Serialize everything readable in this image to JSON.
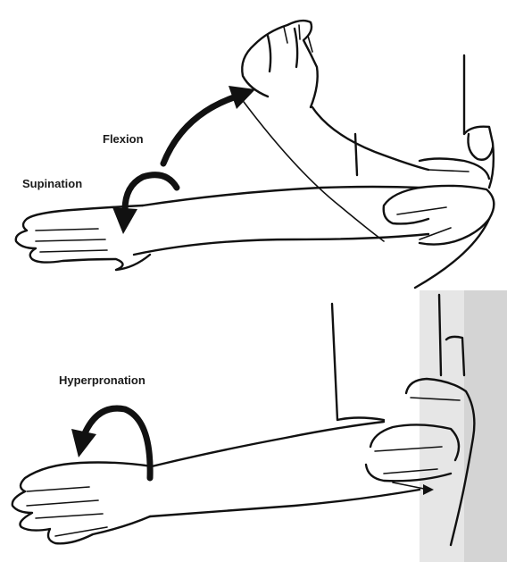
{
  "panels": {
    "top": {
      "labels": {
        "flexion": "Flexion",
        "supination": "Supination"
      }
    },
    "bottom": {
      "labels": {
        "hyperpronation": "Hyperpronation"
      },
      "background_color": "#e8e8e8"
    }
  },
  "colors": {
    "ink": "#111111",
    "paper": "#ffffff"
  },
  "icons": [
    "curved-arrow-icon",
    "hand-illustration",
    "forearm-illustration"
  ]
}
